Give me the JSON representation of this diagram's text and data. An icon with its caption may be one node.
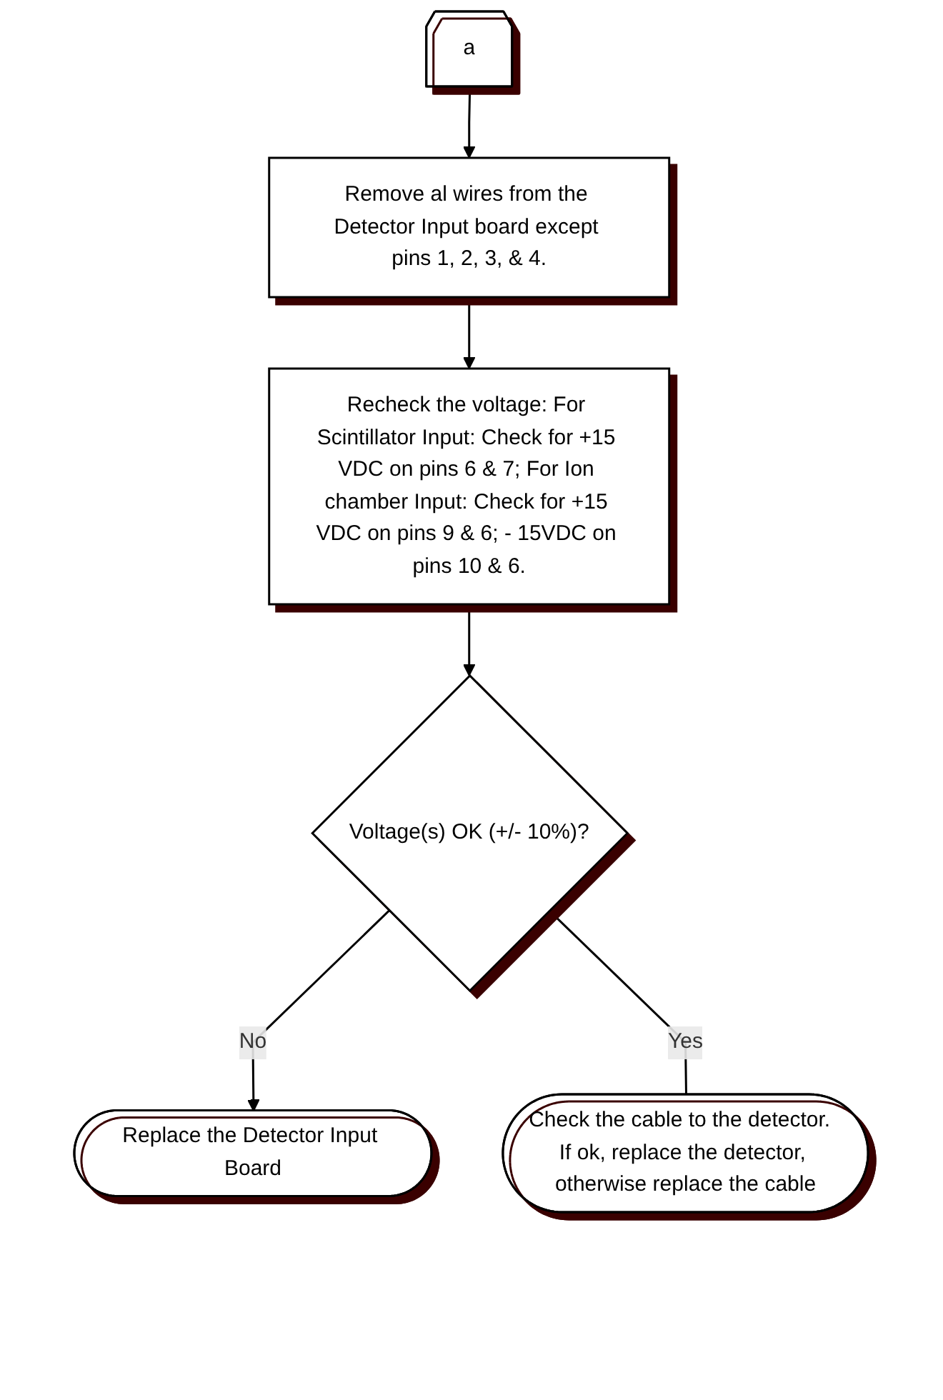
{
  "diagram": {
    "nodes": [
      {
        "text": [
          "a"
        ]
      },
      {
        "text": [
          "Remove al wires from the Detector Input board except pins 1, 2, 3, & 4."
        ]
      },
      {
        "text": [
          "Recheck the voltage: For Scintillator Input: Check for +15 VDC on pins 6 & 7; For Ion chamber Input: Check for +15 VDC on pins 9 & 6; - 15VDC on pins 10 & 6."
        ]
      },
      {
        "text": [
          "Voltage(s) OK (+/- 10%)?"
        ]
      },
      {
        "text": [
          "Replace the Detector Input Board"
        ]
      },
      {
        "text": [
          "Check the cable to the detector.  If ok, replace the detector, otherwise replace the cable"
        ]
      }
    ],
    "edges": [
      {
        "from": 0,
        "to": 1,
        "arrow": "to"
      },
      {
        "from": 1,
        "to": 2,
        "arrow": "to"
      },
      {
        "from": 2,
        "to": 3,
        "arrow": "to"
      },
      {
        "from": 3,
        "to": 4,
        "label": "No",
        "arrow": "to"
      },
      {
        "from": 3,
        "to": 5,
        "label": "Yes",
        "arrow": "none"
      }
    ]
  }
}
